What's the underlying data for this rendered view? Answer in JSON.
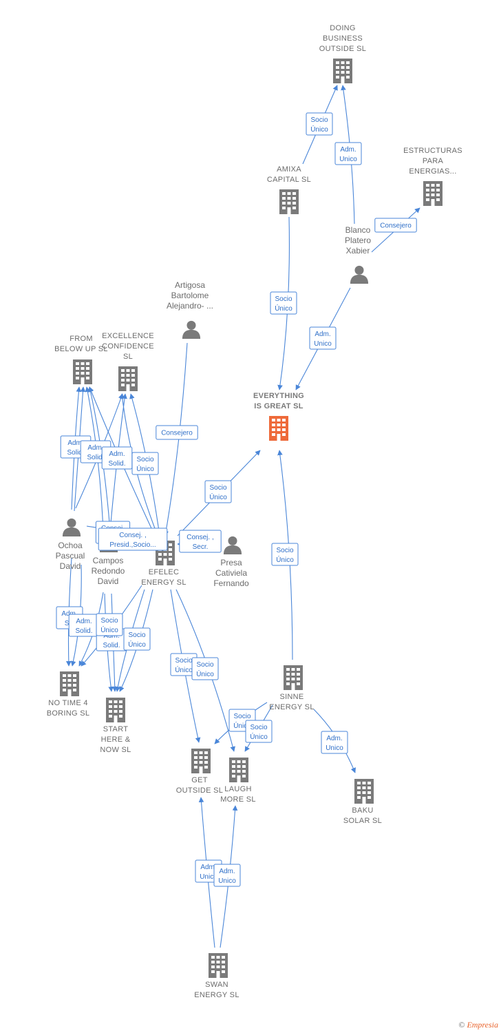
{
  "colors": {
    "edge": "#4a86d8",
    "edge_text": "#2f6fc8",
    "company": "#7a7a7a",
    "focus": "#ee6a3a",
    "person": "#7a7a7a"
  },
  "companies": [
    {
      "id": "doing",
      "icon": "building-icon",
      "lines": [
        "DOING",
        "BUSINESS",
        "OUTSIDE  SL"
      ]
    },
    {
      "id": "estructuras",
      "icon": "building-icon",
      "lines": [
        "ESTRUCTURAS",
        "PARA",
        "ENERGIAS..."
      ]
    },
    {
      "id": "amixa",
      "icon": "building-icon",
      "lines": [
        "AMIXA",
        "CAPITAL SL"
      ]
    },
    {
      "id": "everything",
      "icon": "building-icon",
      "focus": true,
      "lines": [
        "EVERYTHING",
        "IS GREAT  SL"
      ]
    },
    {
      "id": "frombelow",
      "icon": "building-icon",
      "lines": [
        "FROM",
        "BELOW UP  SL"
      ]
    },
    {
      "id": "excellence",
      "icon": "building-icon",
      "lines": [
        "EXCELLENCE",
        "CONFIDENCE",
        "SL"
      ]
    },
    {
      "id": "efelec",
      "icon": "building-icon",
      "lines": [
        "EFELEC",
        "ENERGY  SL"
      ]
    },
    {
      "id": "notime",
      "icon": "building-icon",
      "lines": [
        "NO TIME 4",
        "BORING  SL"
      ]
    },
    {
      "id": "starthere",
      "icon": "building-icon",
      "lines": [
        "START",
        "HERE &",
        "NOW  SL"
      ]
    },
    {
      "id": "sinne",
      "icon": "building-icon",
      "lines": [
        "SINNE",
        "ENERGY  SL"
      ]
    },
    {
      "id": "getoutside",
      "icon": "building-icon",
      "lines": [
        "GET",
        "OUTSIDE  SL"
      ]
    },
    {
      "id": "laughmore",
      "icon": "building-icon",
      "lines": [
        "LAUGH",
        "MORE  SL"
      ]
    },
    {
      "id": "baku",
      "icon": "building-icon",
      "lines": [
        "BAKU",
        "SOLAR SL"
      ]
    },
    {
      "id": "swan",
      "icon": "building-icon",
      "lines": [
        "SWAN",
        "ENERGY  SL"
      ]
    }
  ],
  "persons": [
    {
      "id": "blanco",
      "icon": "person-icon",
      "lines": [
        "Blanco",
        "Platero",
        "Xabier"
      ]
    },
    {
      "id": "artigosa",
      "icon": "person-icon",
      "lines": [
        "Artigosa",
        "Bartolome",
        "Alejandro- ..."
      ]
    },
    {
      "id": "ochoa",
      "icon": "person-icon",
      "lines": [
        "Ochoa",
        "Pascual",
        "David"
      ]
    },
    {
      "id": "campos",
      "icon": "person-icon",
      "lines": [
        "Campos",
        "Redondo",
        "David"
      ]
    },
    {
      "id": "presa",
      "icon": "person-icon",
      "lines": [
        "Presa",
        "Cativiela",
        "Fernando"
      ]
    }
  ],
  "edge_labels": [
    {
      "id": "amixa-doing",
      "lines": [
        "Socio",
        "Único"
      ]
    },
    {
      "id": "blanco-doing",
      "lines": [
        "Adm.",
        "Unico"
      ]
    },
    {
      "id": "blanco-estructuras",
      "lines": [
        "Consejero"
      ]
    },
    {
      "id": "amixa-everything",
      "lines": [
        "Socio",
        "Único"
      ]
    },
    {
      "id": "blanco-everything",
      "lines": [
        "Adm.",
        "Unico"
      ]
    },
    {
      "id": "artigosa-efelec",
      "lines": [
        "Consejero"
      ]
    },
    {
      "id": "efelec-everything",
      "lines": [
        "Socio",
        "Único"
      ]
    },
    {
      "id": "sinne-everything",
      "lines": [
        "Socio",
        "Único"
      ]
    },
    {
      "id": "ochoa-frombelow",
      "lines": [
        "Adm.",
        "Solid."
      ]
    },
    {
      "id": "campos-frombelow",
      "lines": [
        "Adm.",
        "Solid."
      ]
    },
    {
      "id": "ochoa-excellence",
      "lines": [
        "Adm.",
        "Solid."
      ]
    },
    {
      "id": "efelec-excellence",
      "lines": [
        "Socio",
        "Único"
      ]
    },
    {
      "id": "ochoa-efelec",
      "lines": [
        "Consej.",
        "C"
      ]
    },
    {
      "id": "campos-efelec",
      "lines": [
        "Consej. ,",
        "Presid.,Socio..."
      ]
    },
    {
      "id": "presa-efelec",
      "lines": [
        "Consej. ,",
        "Secr."
      ]
    },
    {
      "id": "ochoa-notime",
      "lines": [
        "Adm.",
        "Sol"
      ]
    },
    {
      "id": "campos-notime",
      "lines": [
        "Adm.",
        "Solid."
      ]
    },
    {
      "id": "campos-starthere",
      "lines": [
        "Adm.",
        "Solid."
      ]
    },
    {
      "id": "efelec-notime",
      "lines": [
        "Socio",
        "Único"
      ]
    },
    {
      "id": "efelec-starthere",
      "lines": [
        "Socio",
        "Único"
      ]
    },
    {
      "id": "efelec-getoutside",
      "lines": [
        "Socio",
        "Único"
      ]
    },
    {
      "id": "efelec-laughmore",
      "lines": [
        "Socio",
        "Único"
      ]
    },
    {
      "id": "sinne-getoutside",
      "lines": [
        "Socio",
        "Único"
      ]
    },
    {
      "id": "sinne-laughmore",
      "lines": [
        "Socio",
        "Único"
      ]
    },
    {
      "id": "sinne-baku",
      "lines": [
        "Adm.",
        "Unico"
      ]
    },
    {
      "id": "swan-getoutside",
      "lines": [
        "Adm.",
        "Unico"
      ]
    },
    {
      "id": "swan-laughmore",
      "lines": [
        "Adm.",
        "Unico"
      ]
    }
  ],
  "footer": {
    "copyright": "©",
    "brand": "Empresia"
  }
}
